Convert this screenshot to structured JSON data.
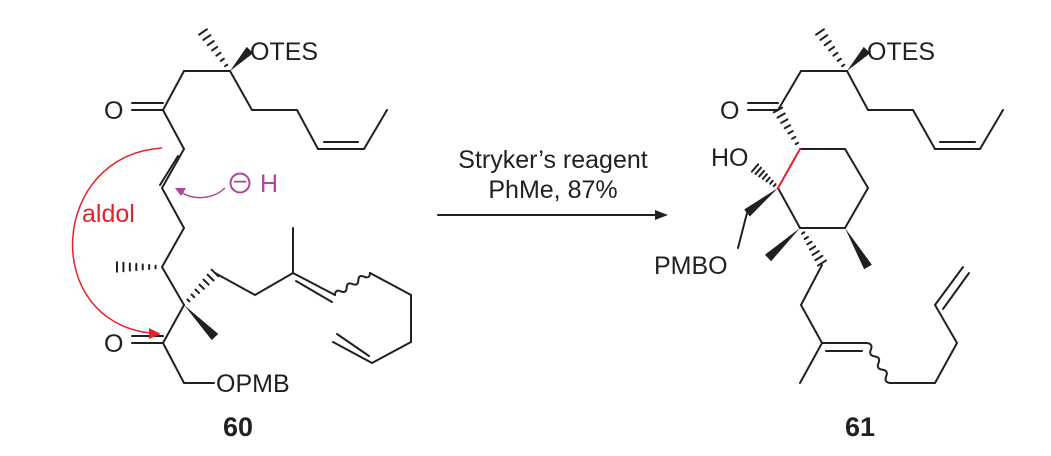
{
  "reactant": {
    "label": "60",
    "otes": "OTES",
    "ketone_o": "O",
    "ketone2_o": "O",
    "opmb": "OPMB",
    "aldol_label": "aldol",
    "hydride_h": "H",
    "hydride_charge": "−"
  },
  "conditions": {
    "reagent": "Stryker’s reagent",
    "solvent_yield": "PhMe, 87%"
  },
  "product": {
    "label": "61",
    "otes": "OTES",
    "ketone_o": "O",
    "ho": "HO",
    "pmbo": "PMBO"
  },
  "colors": {
    "aldol": "#e8202a",
    "hydride": "#b0449a",
    "new_bond": "#e8202a",
    "ink": "#231f20"
  }
}
